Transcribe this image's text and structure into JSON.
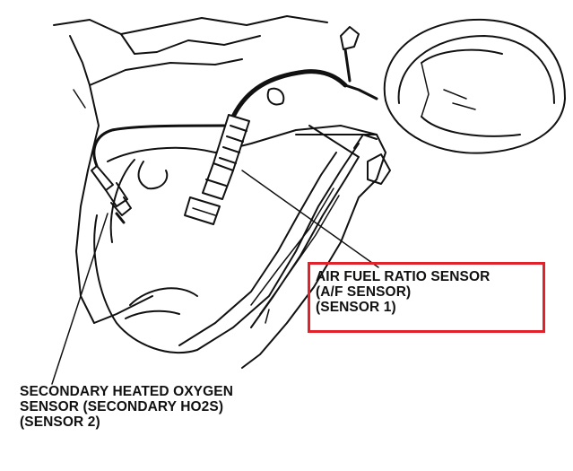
{
  "labels": {
    "af_sensor": {
      "lines": [
        "AIR FUEL RATIO SENSOR",
        "(A/F SENSOR)",
        "(SENSOR 1)"
      ],
      "highlight_color": "#e2222a"
    },
    "secondary_sensor": {
      "lines": [
        "SECONDARY HEATED OXYGEN",
        "SENSOR (SECONDARY HO2S)",
        "(SENSOR 2)"
      ]
    }
  },
  "colors": {
    "ink": "#111111",
    "background": "#ffffff"
  }
}
